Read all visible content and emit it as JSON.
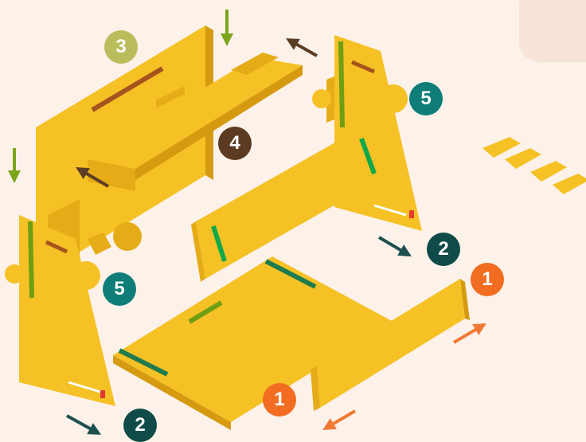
{
  "colors": {
    "background": "#fdf2ea",
    "corner_card": "#f7e3d8",
    "panel": "#f5c125",
    "panel_shade": "#e5ac17",
    "panel_dark": "#d59a10",
    "slot_green": "#6f9e12",
    "slot_bright_green": "#0fa84a",
    "slot_teal": "#1f7a4e",
    "slot_brown": "#a6531e",
    "marker_red": "#e53935",
    "arrow_green": "#7ba51a",
    "arrow_brown": "#5b3d24",
    "arrow_teal": "#1d4f4e",
    "arrow_orange": "#f07a35",
    "badge_orange": "#f26d21",
    "badge_teal": "#0f7d78",
    "badge_dark_teal": "#0f4b49",
    "badge_olive": "#b9bd5c",
    "badge_brown": "#5d3b22"
  },
  "steps": {
    "one_right": "1",
    "one_bottom": "1",
    "two_right": "2",
    "two_bottom": "2",
    "three": "3",
    "four": "4",
    "five_right": "5",
    "five_left": "5"
  },
  "parts": {
    "clip_count": 4,
    "arrow_icons": [
      "down-arrow-icon",
      "up-left-arrow-icon",
      "down-right-arrow-icon",
      "up-right-arrow-icon",
      "down-left-arrow-icon"
    ]
  }
}
